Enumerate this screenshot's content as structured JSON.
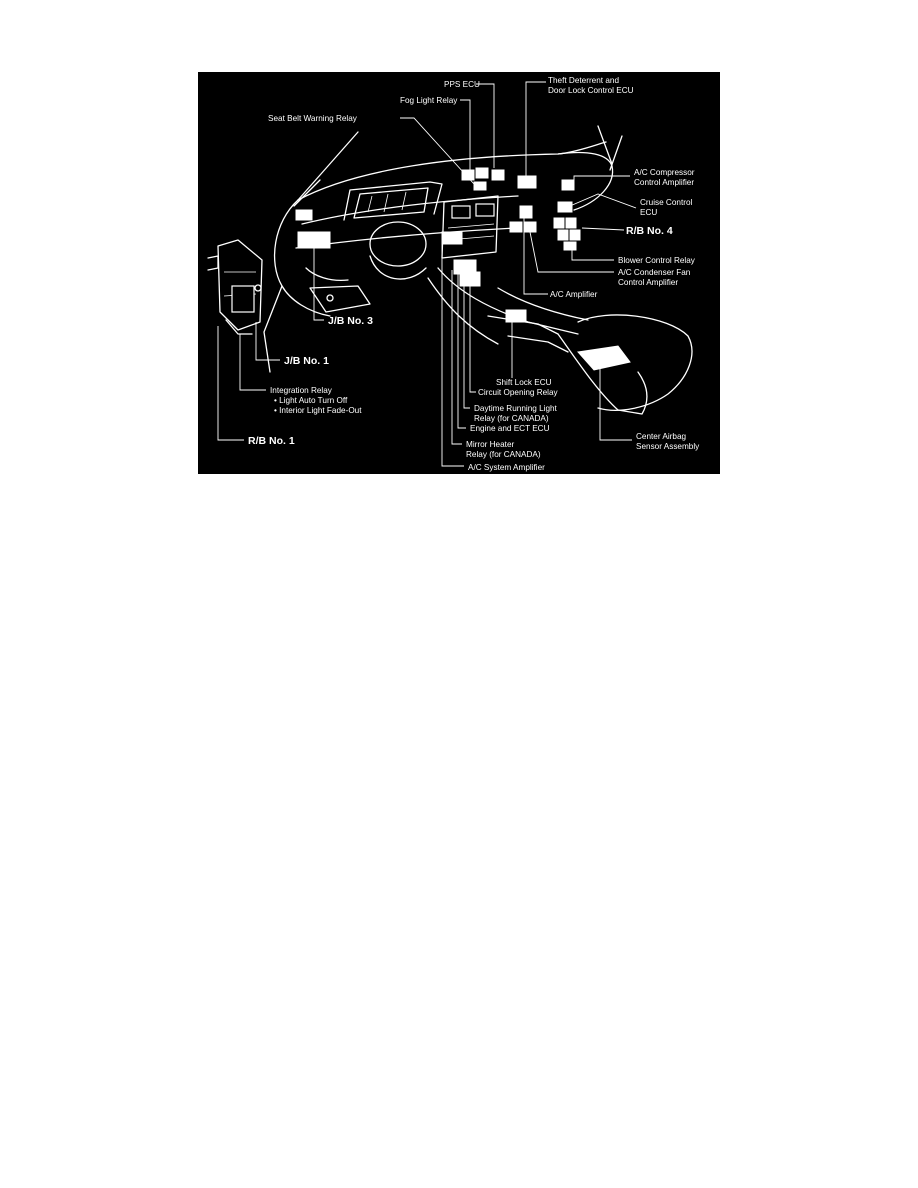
{
  "colors": {
    "panel_background": "#000000",
    "ink": "#ffffff",
    "page_background": "#ffffff"
  },
  "labels": {
    "pps_ecu": "PPS ECU",
    "theft_deterrent_line1": "Theft Deterrent and",
    "theft_deterrent_line2": "Door Lock Control ECU",
    "fog_light_relay": "Fog Light Relay",
    "seat_belt_warning_relay": "Seat Belt Warning Relay",
    "ac_compressor_line1": "A/C Compressor",
    "ac_compressor_line2": "Control Amplifier",
    "cruise_control_line1": "Cruise Control",
    "cruise_control_line2": "ECU",
    "rb_no4": "R/B No. 4",
    "blower_control_relay": "Blower Control Relay",
    "ac_condenser_line1": "A/C Condenser Fan",
    "ac_condenser_line2": "Control Amplifier",
    "ac_amplifier": "A/C Amplifier",
    "jb_no3": "J/B No. 3",
    "jb_no1": "J/B No. 1",
    "integration_relay": "Integration Relay",
    "integration_item1": "• Light Auto Turn Off",
    "integration_item2": "• Interior Light Fade-Out",
    "shift_lock_ecu": "Shift Lock ECU",
    "circuit_opening_relay": "Circuit Opening Relay",
    "daytime_running_line1": "Daytime Running Light",
    "daytime_running_line2": "Relay (for CANADA)",
    "engine_ect_ecu": "Engine and ECT ECU",
    "mirror_heater_line1": "Mirror Heater",
    "mirror_heater_line2": "Relay (for CANADA)",
    "ac_system_amplifier": "A/C System Amplifier",
    "rb_no1": "R/B No. 1",
    "center_airbag_line1": "Center Airbag",
    "center_airbag_line2": "Sensor Assembly"
  }
}
